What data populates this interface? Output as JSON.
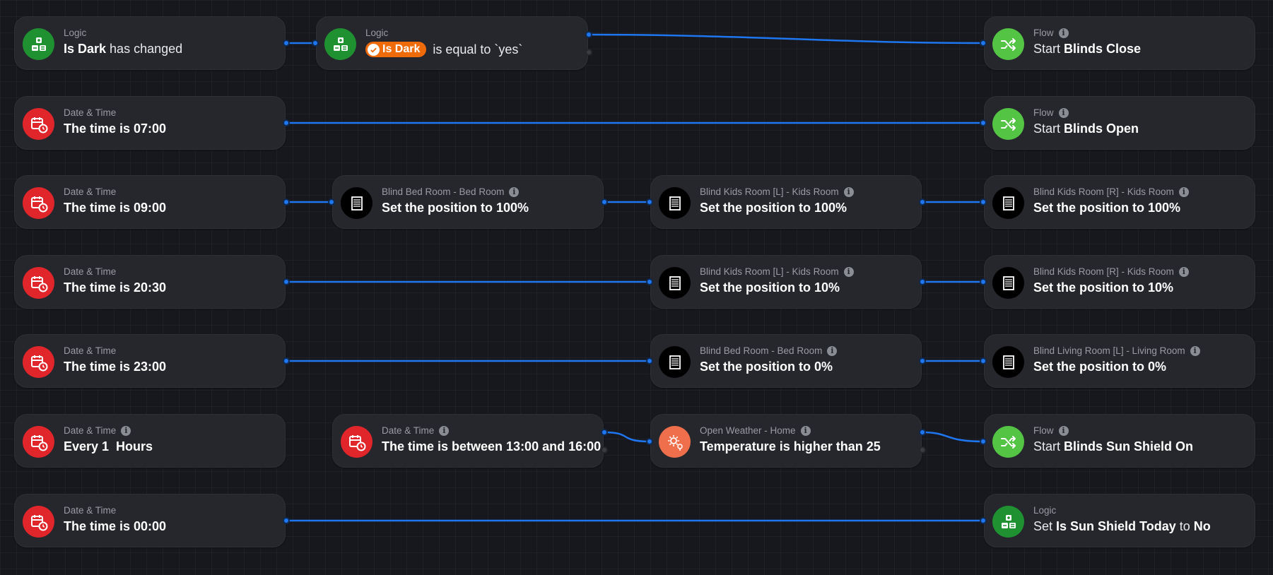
{
  "colors": {
    "background": "#17181d",
    "card": "#26272d",
    "wire": "#1e77f0",
    "logic_green": "#1f9131",
    "flow_green": "#54c444",
    "datetime_red": "#e0252b",
    "weather_orange": "#ef6f4c",
    "device_black": "#000000",
    "tag_orange": "#ef6b0a"
  },
  "cards": {
    "logic_changed": {
      "title": "Logic",
      "bold": "Is Dark",
      "rest": " has changed",
      "icon": "logic-icon"
    },
    "logic_equal": {
      "title": "Logic",
      "tag": "Is Dark",
      "rest": " is equal to `yes`",
      "icon": "logic-icon"
    },
    "flow_close": {
      "title": "Flow",
      "prefix": "Start ",
      "bold": "Blinds Close",
      "icon": "flow-icon"
    },
    "time_0700": {
      "title": "Date & Time",
      "text": "The time is 07:00",
      "icon": "calendar-clock-icon"
    },
    "flow_open": {
      "title": "Flow",
      "prefix": "Start ",
      "bold": "Blinds Open",
      "icon": "flow-icon"
    },
    "time_0900": {
      "title": "Date & Time",
      "text": "The time is 09:00",
      "icon": "calendar-clock-icon"
    },
    "blind_bed_100": {
      "title": "Blind Bed Room - Bed Room",
      "text": "Set the position to 100%",
      "icon": "blind-icon"
    },
    "blind_kidsL_100": {
      "title": "Blind Kids Room [L] - Kids Room",
      "text": "Set the position to 100%",
      "icon": "blind-icon"
    },
    "blind_kidsR_100": {
      "title": "Blind Kids Room [R] - Kids Room",
      "text": "Set the position to 100%",
      "icon": "blind-icon"
    },
    "time_2030": {
      "title": "Date & Time",
      "text": "The time is 20:30",
      "icon": "calendar-clock-icon"
    },
    "blind_kidsL_10": {
      "title": "Blind Kids Room [L] - Kids Room",
      "text": "Set the position to 10%",
      "icon": "blind-icon"
    },
    "blind_kidsR_10": {
      "title": "Blind Kids Room [R] - Kids Room",
      "text": "Set the position to 10%",
      "icon": "blind-icon"
    },
    "time_2300": {
      "title": "Date & Time",
      "text": "The time is 23:00",
      "icon": "calendar-clock-icon"
    },
    "blind_bed_0": {
      "title": "Blind Bed Room - Bed Room",
      "text": "Set the position to 0%",
      "icon": "blind-icon"
    },
    "blind_living_0": {
      "title": "Blind Living Room [L] - Living Room",
      "text": "Set the position to 0%",
      "icon": "blind-icon"
    },
    "every_hour": {
      "title": "Date & Time",
      "text": "Every 1  Hours",
      "icon": "calendar-clock-icon"
    },
    "time_between": {
      "title": "Date & Time",
      "text": "The time is between 13:00 and 16:00",
      "icon": "calendar-clock-icon"
    },
    "weather_temp": {
      "title": "Open Weather - Home",
      "text": "Temperature is higher than 25",
      "icon": "weather-icon"
    },
    "flow_sunshield": {
      "title": "Flow",
      "prefix": "Start ",
      "bold": "Blinds Sun Shield On",
      "icon": "flow-icon"
    },
    "time_0000": {
      "title": "Date & Time",
      "text": "The time is 00:00",
      "icon": "calendar-clock-icon"
    },
    "logic_set": {
      "title": "Logic",
      "prefix": "Set ",
      "bold": "Is Sun Shield Today",
      "mid": " to ",
      "bold2": "No",
      "icon": "logic-icon"
    }
  }
}
